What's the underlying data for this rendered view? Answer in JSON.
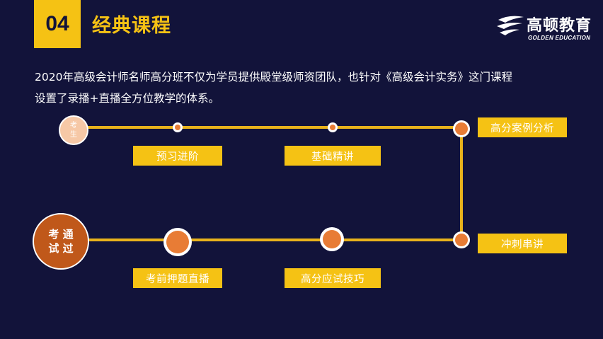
{
  "header": {
    "number": "04",
    "title": "经典课程"
  },
  "logo": {
    "name_cn": "高顿教育",
    "name_en": "GOLDEN EDUCATION",
    "icon": "golden-wing-logo-icon"
  },
  "intro": {
    "line1": "2020年高级会计师名师高分班不仅为学员提供殿堂级师资团队，也针对《高级会计实务》这门课程",
    "line2": "设置了录播+直播全方位教学的体系。"
  },
  "timeline": {
    "start": {
      "line1": "考",
      "line2": "生"
    },
    "end": {
      "line1": "考 通",
      "line2": "试 过"
    },
    "steps": [
      {
        "label": "预习进阶"
      },
      {
        "label": "基础精讲"
      },
      {
        "label": "高分案例分析"
      },
      {
        "label": "冲刺串讲"
      },
      {
        "label": "高分应试技巧"
      },
      {
        "label": "考前押题直播"
      }
    ]
  },
  "colors": {
    "background": "#12133a",
    "accent_yellow": "#f5c214",
    "node_orange": "#e87c35",
    "end_node": "#c0581a"
  }
}
